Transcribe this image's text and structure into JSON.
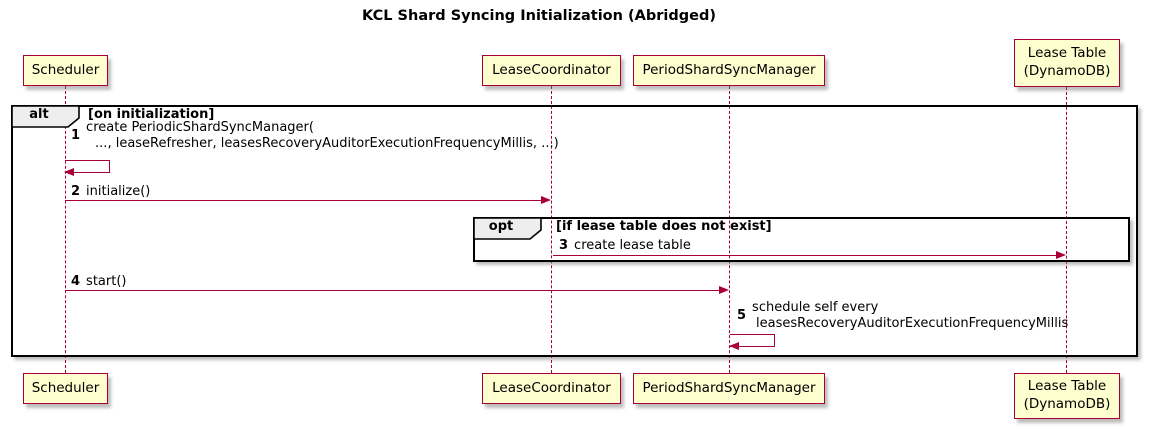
{
  "title": "KCL Shard Syncing Initialization (Abridged)",
  "participants": [
    {
      "id": "scheduler",
      "label": "Scheduler"
    },
    {
      "id": "lease-coordinator",
      "label": "LeaseCoordinator"
    },
    {
      "id": "period-shard-sync-manager",
      "label": "PeriodShardSyncManager"
    },
    {
      "id": "lease-table",
      "label_line1": "Lease Table",
      "label_line2": "(DynamoDB)"
    }
  ],
  "frames": {
    "alt": {
      "label": "alt",
      "guard": "[on initialization]"
    },
    "opt": {
      "label": "opt",
      "guard": "[if lease table does not exist]"
    }
  },
  "messages": [
    {
      "seq": "1",
      "line1": "create PeriodicShardSyncManager(",
      "line2": "..., leaseRefresher, leasesRecoveryAuditorExecutionFrequencyMillis, ...)"
    },
    {
      "seq": "2",
      "text": "initialize()"
    },
    {
      "seq": "3",
      "text": "create lease table"
    },
    {
      "seq": "4",
      "text": "start()"
    },
    {
      "seq": "5",
      "line1": "schedule self every",
      "line2": "leasesRecoveryAuditorExecutionFrequencyMillis"
    }
  ],
  "colors": {
    "participant_fill": "#FEFECE",
    "stroke": "#A80036",
    "frame_border": "#000000",
    "label_bg": "#EEEEEE",
    "text": "#000000",
    "background": "#FFFFFF"
  }
}
